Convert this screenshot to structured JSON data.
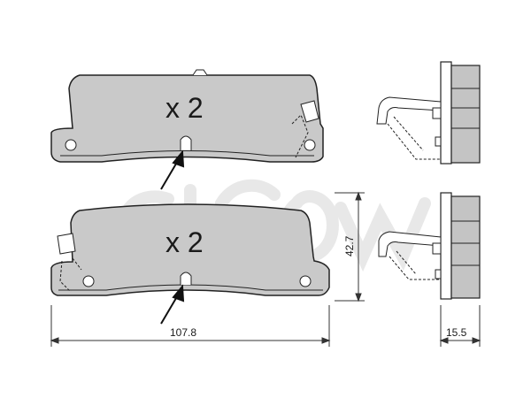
{
  "quantity_top": "x 2",
  "quantity_bottom": "x 2",
  "dim_width": "107.8",
  "dim_height": "42.7",
  "dim_thickness": "15.5",
  "colors": {
    "pad_fill": "#c9c9c9",
    "side_fill": "#c4c4c4",
    "line": "#222222",
    "watermark": "#e8e8e8"
  }
}
